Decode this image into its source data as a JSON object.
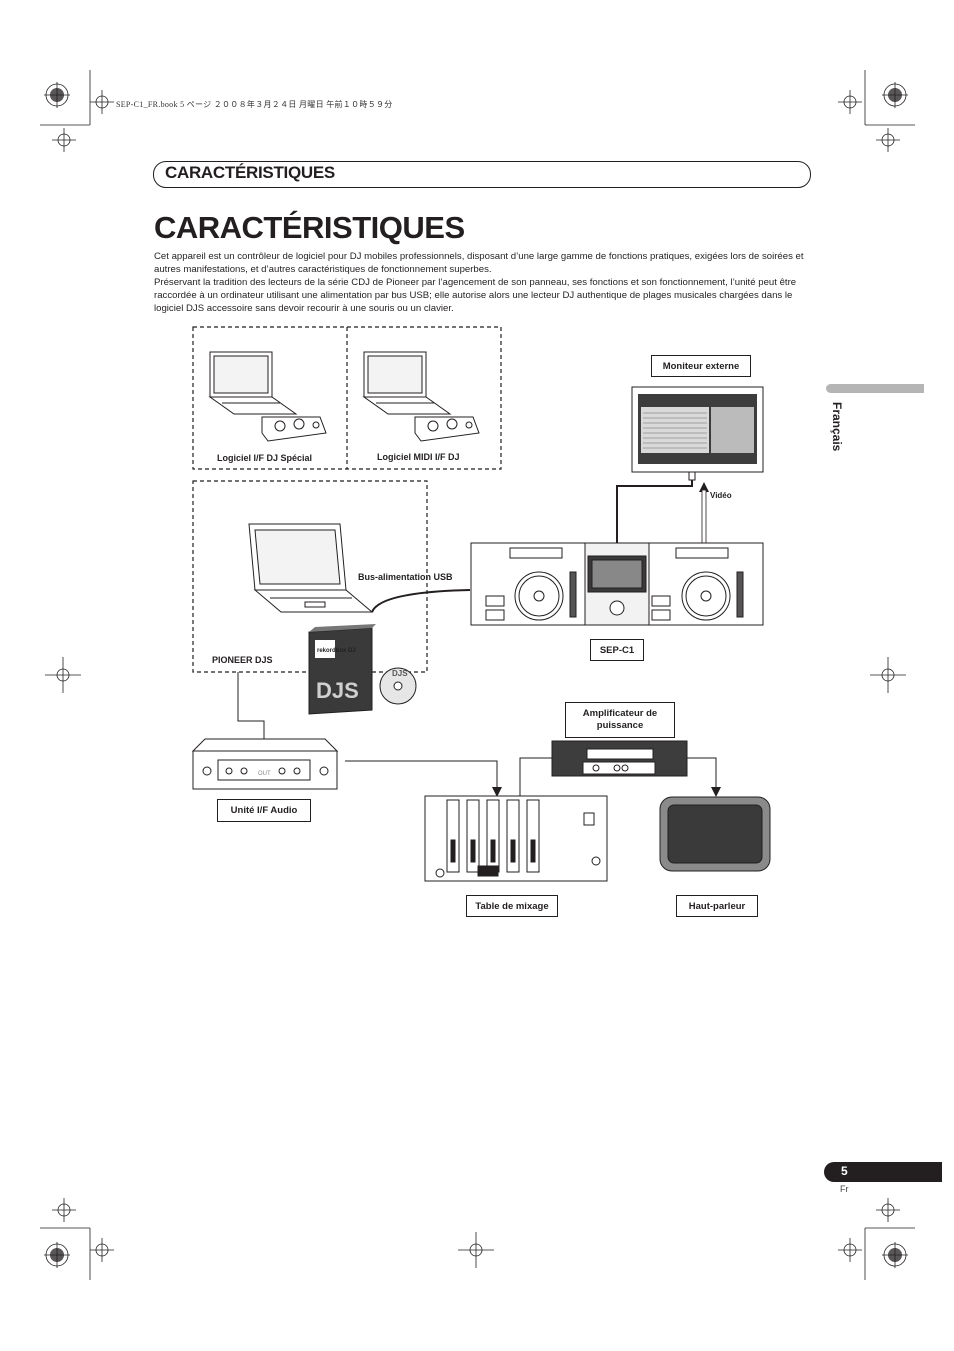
{
  "header_note": "SEP-C1_FR.book  5 ページ  ２００８年３月２４日  月曜日  午前１０時５９分",
  "section_title": "CARACTÉRISTIQUES",
  "page_title": "CARACTÉRISTIQUES",
  "paragraphs": [
    "Cet appareil est un contrôleur de logiciel pour DJ mobiles professionnels, disposant d’une large gamme de fonctions pratiques, exigées lors de soirées et autres manifestations, et d’autres caractéristiques de fonctionnement superbes.",
    "Préservant la tradition des lecteurs de la série CDJ de Pioneer par l’agencement de son panneau, ses fonctions et son fonctionnement, l’unité peut être raccordée à un ordinateur utilisant une alimentation par bus USB; elle autorise alors une lecteur DJ authentique de plages musicales chargées dans le logiciel DJS accessoire sans devoir recourir à une souris ou un clavier."
  ],
  "language_tab": "Français",
  "diagram": {
    "labels": {
      "dj_software_special": "Logiciel I/F DJ Spécial",
      "dj_software_midi": "Logiciel MIDI I/F DJ",
      "external_monitor": "Moniteur externe",
      "video": "Vidéo",
      "usb_bus_power": "Bus-alimentation USB",
      "pioneer_djs": "PIONEER DJS",
      "sep_c1": "SEP-C1",
      "power_amp": "Amplificateur de puissance",
      "audio_if_unit": "Unité I/F Audio",
      "mixer": "Table de mixage",
      "speaker": "Haut-parleur"
    },
    "product_box_text": {
      "brand": "rekordbox DJ",
      "name": "DJS"
    },
    "audio_unit_text": "OUT"
  },
  "page_number": "5",
  "page_language": "Fr"
}
